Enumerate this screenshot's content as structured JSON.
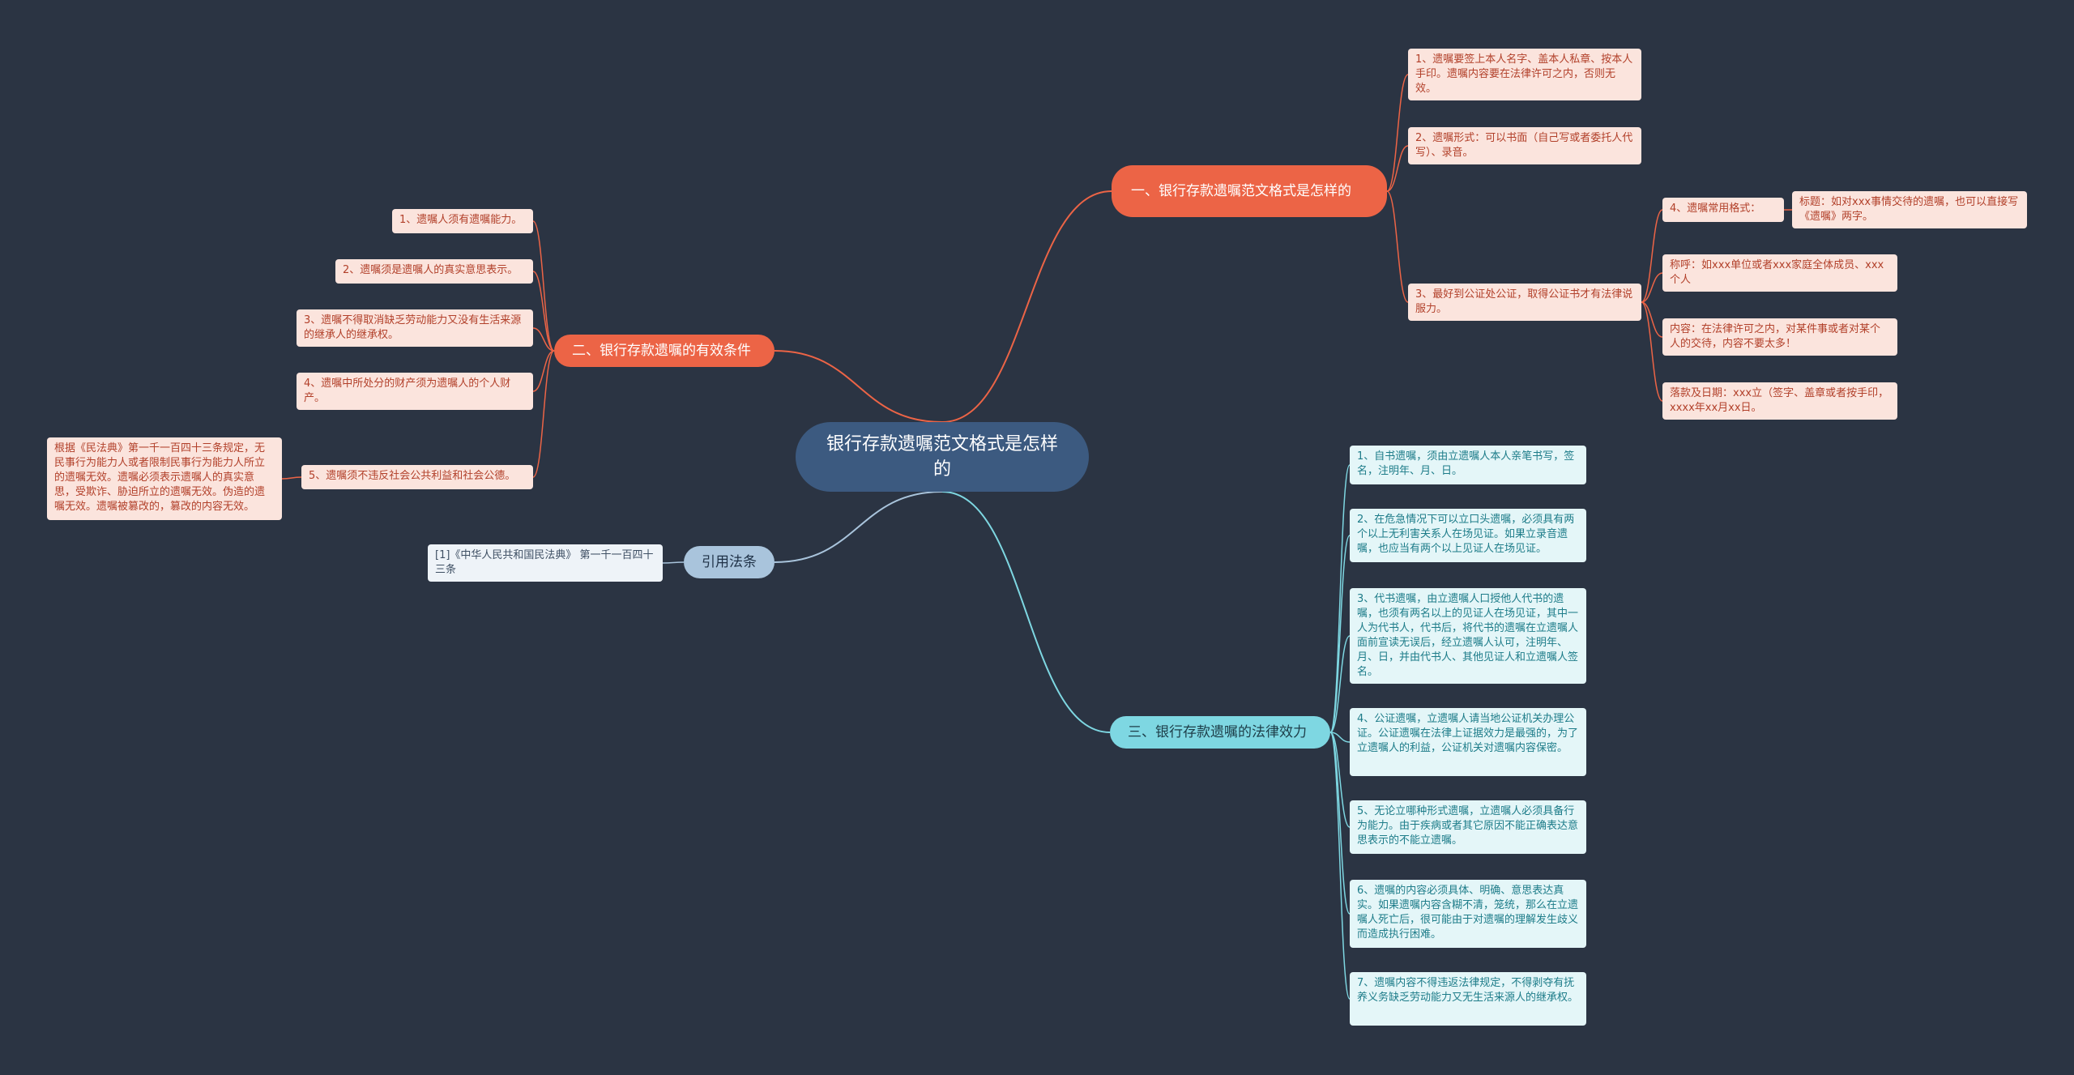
{
  "colors": {
    "background": "#2b3443",
    "root": "#3c5a80",
    "branch_red": "#ec6446",
    "branch_cyan": "#7ed7e2",
    "branch_gray": "#a9c4dc",
    "link_red": "#ec6446",
    "link_cyan": "#7ed7e2",
    "link_gray": "#a9c4dc"
  },
  "root": {
    "text": "银行存款遗嘱范文格式是怎样的"
  },
  "branch1": {
    "title": "一、银行存款遗嘱范文格式是怎样的",
    "items": [
      "1、遗嘱要签上本人名字、盖本人私章、按本人手印。遗嘱内容要在法律许可之内，否则无效。",
      "2、遗嘱形式：可以书面（自己写或者委托人代写）、录音。",
      "3、最好到公证处公证，取得公证书才有法律说服力。"
    ],
    "format": {
      "label": "4、遗嘱常用格式：",
      "title_item": "标题：如对xxx事情交待的遗嘱，也可以直接写《遗嘱》两字。",
      "items": [
        "称呼：如xxx单位或者xxx家庭全体成员、xxx个人",
        "内容：在法律许可之内，对某件事或者对某个人的交待，内容不要太多！",
        "落款及日期：xxx立（签字、盖章或者按手印，xxxx年xx月xx日。"
      ]
    }
  },
  "branch2": {
    "title": "二、银行存款遗嘱的有效条件",
    "items": [
      "1、遗嘱人须有遗嘱能力。",
      "2、遗嘱须是遗嘱人的真实意思表示。",
      "3、遗嘱不得取消缺乏劳动能力又没有生活来源的继承人的继承权。",
      "4、遗嘱中所处分的财产须为遗嘱人的个人财产。",
      "5、遗嘱须不违反社会公共利益和社会公德。"
    ],
    "note": "根据《民法典》第一千一百四十三条规定，无民事行为能力人或者限制民事行为能力人所立的遗嘱无效。遗嘱必须表示遗嘱人的真实意思，受欺诈、胁迫所立的遗嘱无效。伪造的遗嘱无效。遗嘱被篡改的，篡改的内容无效。"
  },
  "branch3": {
    "title": "三、银行存款遗嘱的法律效力",
    "items": [
      "1、自书遗嘱，须由立遗嘱人本人亲笔书写，签名，注明年、月、日。",
      "2、在危急情况下可以立口头遗嘱，必须具有两个以上无利害关系人在场见证。如果立录音遗嘱，也应当有两个以上见证人在场见证。",
      "3、代书遗嘱，由立遗嘱人口授他人代书的遗嘱，也须有两名以上的见证人在场见证，其中一人为代书人，代书后，将代书的遗嘱在立遗嘱人面前宣读无误后，经立遗嘱人认可，注明年、月、日，并由代书人、其他见证人和立遗嘱人签名。",
      "4、公证遗嘱，立遗嘱人请当地公证机关办理公证。公证遗嘱在法律上证据效力是最强的，为了立遗嘱人的利益，公证机关对遗嘱内容保密。",
      "5、无论立哪种形式遗嘱，立遗嘱人必须具备行为能力。由于疾病或者其它原因不能正确表达意思表示的不能立遗嘱。",
      "6、遗嘱的内容必须具体、明确、意思表达真实。如果遗嘱内容含糊不清，笼统，那么在立遗嘱人死亡后，很可能由于对遗嘱的理解发生歧义而造成执行困难。",
      "7、遗嘱内容不得违返法律规定，不得剥夺有抚养义务缺乏劳动能力又无生活来源人的继承权。"
    ]
  },
  "branch4": {
    "title": "引用法条",
    "items": [
      "[1]《中华人民共和国民法典》 第一千一百四十三条"
    ]
  }
}
